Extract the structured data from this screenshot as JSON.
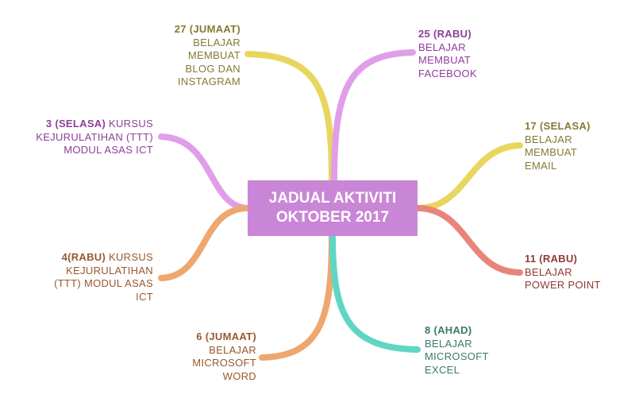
{
  "center": {
    "line1": "JADUAL AKTIVITI",
    "line2": "OKTOBER 2017"
  },
  "colors": {
    "center": "#c986d6",
    "yellow": "#e8d65e",
    "pink": "#e09ee8",
    "orange": "#eea76f",
    "teal": "#5fd6c3",
    "red": "#e8857a"
  },
  "nodes": [
    {
      "date": "27 (JUMAAT)",
      "text": [
        "BELAJAR",
        "MEMBUAT",
        "BLOG DAN",
        "INSTAGRAM"
      ]
    },
    {
      "date": "25 (RABU)",
      "text": [
        "BELAJAR",
        "MEMBUAT",
        "FACEBOOK"
      ]
    },
    {
      "date": "3 (SELASA)",
      "text": [
        " KURSUS",
        "KEJURULATIHAN (TTT)",
        "MODUL ASAS ICT"
      ]
    },
    {
      "date": "17 (SELASA)",
      "text": [
        "BELAJAR",
        "MEMBUAT",
        "EMAIL"
      ]
    },
    {
      "date": "4(RABU)",
      "text": [
        " KURSUS",
        "KEJURULATIHAN",
        "(TTT) MODUL ASAS",
        "ICT"
      ]
    },
    {
      "date": "11 (RABU)",
      "text": [
        "BELAJAR",
        "POWER POINT"
      ]
    },
    {
      "date": "6 (JUMAAT)",
      "text": [
        "BELAJAR",
        "MICROSOFT",
        "WORD"
      ]
    },
    {
      "date": "8 (AHAD)",
      "text": [
        "BELAJAR",
        "MICROSOFT",
        "EXCEL"
      ]
    }
  ]
}
